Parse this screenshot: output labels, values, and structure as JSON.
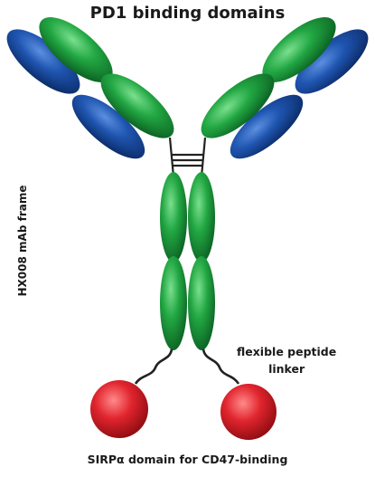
{
  "title": "PD1 binding domains",
  "frame_label": "HX008 mAb frame",
  "linker_label_line1": "flexible peptide",
  "linker_label_line2": "linker",
  "bottom_label": "SIRPα domain for CD47-binding",
  "colors": {
    "heavy_chain": "#1f9e3c",
    "light_chain": "#1f55b0",
    "sirpa_domain": "#d8202a",
    "linker": "#222222"
  }
}
